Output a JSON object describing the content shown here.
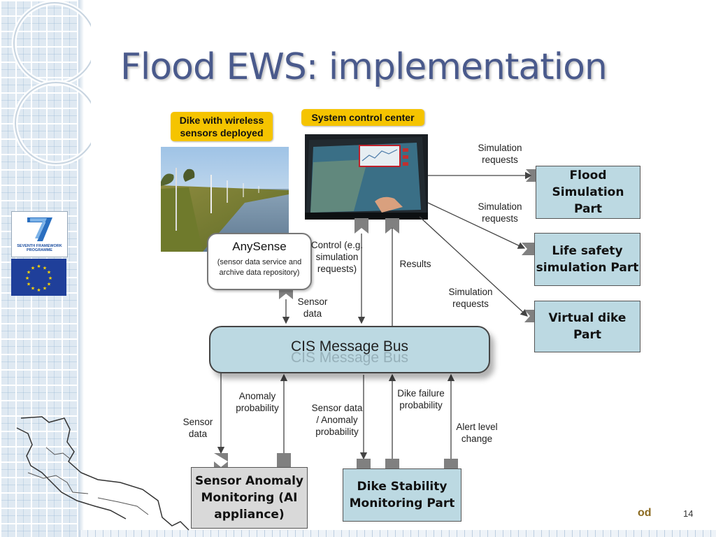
{
  "slide": {
    "title": "Flood EWS: implementation",
    "page_number": "14",
    "footer_fragment": "od"
  },
  "callouts": {
    "dike": "Dike with wireless sensors deployed",
    "control_center": "System control center"
  },
  "anysense": {
    "title": "AnySense",
    "subtitle": "(sensor data service and archive data repository)"
  },
  "bus": {
    "label": "CIS Message Bus"
  },
  "boxes": {
    "flood_simulation": "Flood Simulation Part",
    "life_safety": "Life safety simulation Part",
    "virtual_dike": "Virtual dike Part",
    "sensor_anomaly": "Sensor Anomaly Monitoring (AI appliance)",
    "dike_stability": "Dike Stability Monitoring Part"
  },
  "labels": {
    "sim_req_1": "Simulation requests",
    "sim_req_2": "Simulation requests",
    "sim_req_3": "Simulation requests",
    "control": "Control (e.g. simulation requests)",
    "results": "Results",
    "sensor_data_top": "Sensor data",
    "sensor_data_left": "Sensor data",
    "anomaly_probability": "Anomaly probability",
    "sensor_anomaly_prob": "Sensor data / Anomaly probability",
    "dike_failure": "Dike failure probability",
    "alert_level": "Alert level change"
  },
  "logos": {
    "fp7_caption": "SEVENTH FRAMEWORK PROGRAMME"
  },
  "colors": {
    "title": "#4a5a8c",
    "callout": "#f5c400",
    "box_blue": "#bcd9e2",
    "box_grey": "#d9d9d9",
    "connector": "#808080"
  }
}
